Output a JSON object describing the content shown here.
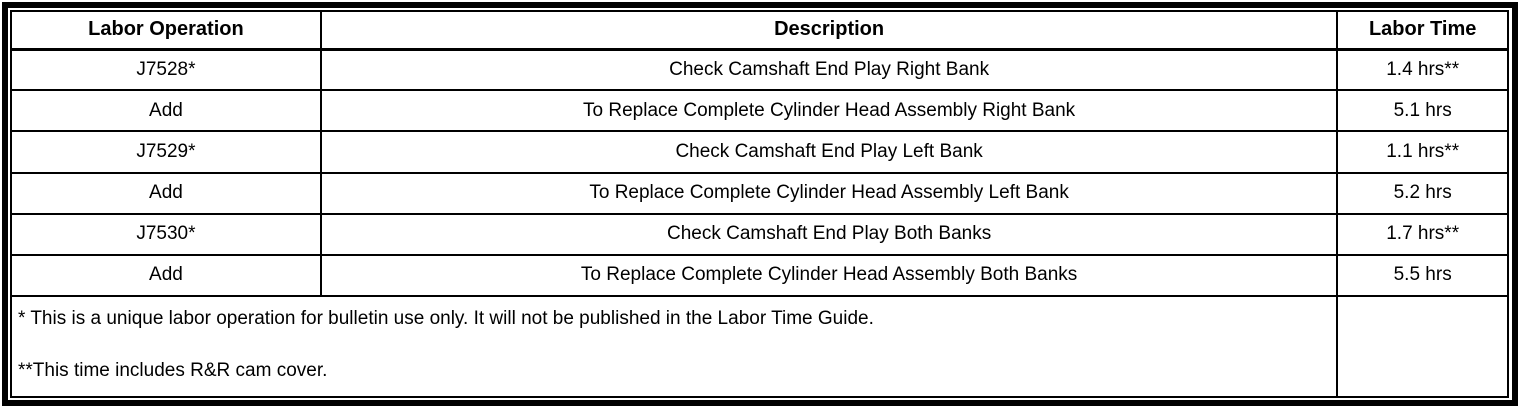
{
  "table": {
    "headers": {
      "labor_operation": "Labor Operation",
      "description": "Description",
      "labor_time": "Labor Time"
    },
    "rows": [
      {
        "op": "J7528*",
        "desc": "Check Camshaft End Play Right Bank",
        "time": "1.4 hrs**"
      },
      {
        "op": "Add",
        "desc": "To Replace Complete Cylinder Head Assembly Right Bank",
        "time": "5.1 hrs"
      },
      {
        "op": "J7529*",
        "desc": "Check Camshaft End Play Left Bank",
        "time": "1.1 hrs**"
      },
      {
        "op": "Add",
        "desc": "To Replace Complete Cylinder Head Assembly Left Bank",
        "time": "5.2 hrs"
      },
      {
        "op": "J7530*",
        "desc": "Check Camshaft End Play Both Banks",
        "time": "1.7 hrs**"
      },
      {
        "op": "Add",
        "desc": "To Replace Complete Cylinder Head Assembly Both Banks",
        "time": "5.5 hrs"
      }
    ],
    "footnotes": [
      "* This is a unique labor operation for bulletin use only. It will not be published in the Labor Time Guide.",
      "**This time includes R&R cam cover."
    ],
    "footnote_time_cell": ""
  },
  "colors": {
    "border": "#000000",
    "background": "#ffffff",
    "text": "#000000"
  }
}
